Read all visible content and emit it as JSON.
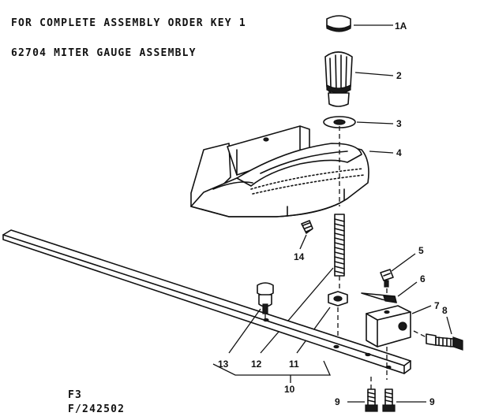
{
  "header": {
    "line1": "FOR COMPLETE ASSEMBLY ORDER KEY 1",
    "line2": "62704 MITER GAUGE ASSEMBLY"
  },
  "footer": {
    "fig_code": "F3",
    "drawing_number": "F/242502"
  },
  "callouts": {
    "k1a": "1A",
    "k2": "2",
    "k3": "3",
    "k4": "4",
    "k5": "5",
    "k6": "6",
    "k7": "7",
    "k8": "8",
    "k9a": "9",
    "k9b": "9",
    "k10": "10",
    "k11": "11",
    "k12": "12",
    "k13": "13",
    "k14": "14"
  }
}
